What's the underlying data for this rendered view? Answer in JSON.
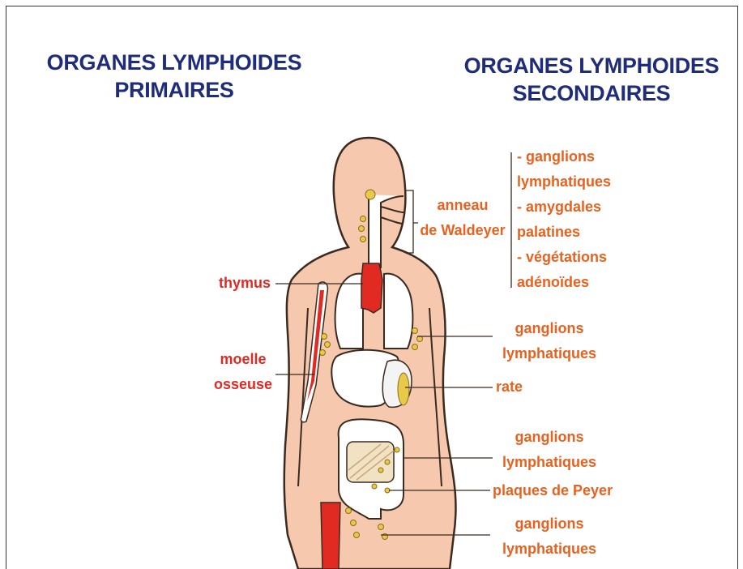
{
  "headings": {
    "primary_line1": "ORGANES LYMPHOIDES",
    "primary_line2": "PRIMAIRES",
    "secondary_line1": "ORGANES LYMPHOIDES",
    "secondary_line2": "SECONDAIRES"
  },
  "labels": {
    "thymus": "thymus",
    "moelle_l1": "moelle",
    "moelle_l2": "osseuse",
    "anneau_l1": "anneau",
    "anneau_l2": "de Waldeyer",
    "list_l1": "- ganglions",
    "list_l2": "lymphatiques",
    "list_l3": "- amygdales",
    "list_l4": "palatines",
    "list_l5": "- végétations",
    "list_l6": "adénoïdes",
    "gang1_l1": "ganglions",
    "gang1_l2": "lymphatiques",
    "rate": "rate",
    "gang2_l1": "ganglions",
    "gang2_l2": "lymphatiques",
    "peyer": "plaques de Peyer",
    "gang3_l1": "ganglions",
    "gang3_l2": "lymphatiques"
  },
  "colors": {
    "heading": "#1f2c7a",
    "label_orange": "#e8611e",
    "label_red": "#e02a22",
    "skin": "#f6c9ae",
    "primary_organ": "#e02a22",
    "lymph_node": "#e8c94a"
  }
}
